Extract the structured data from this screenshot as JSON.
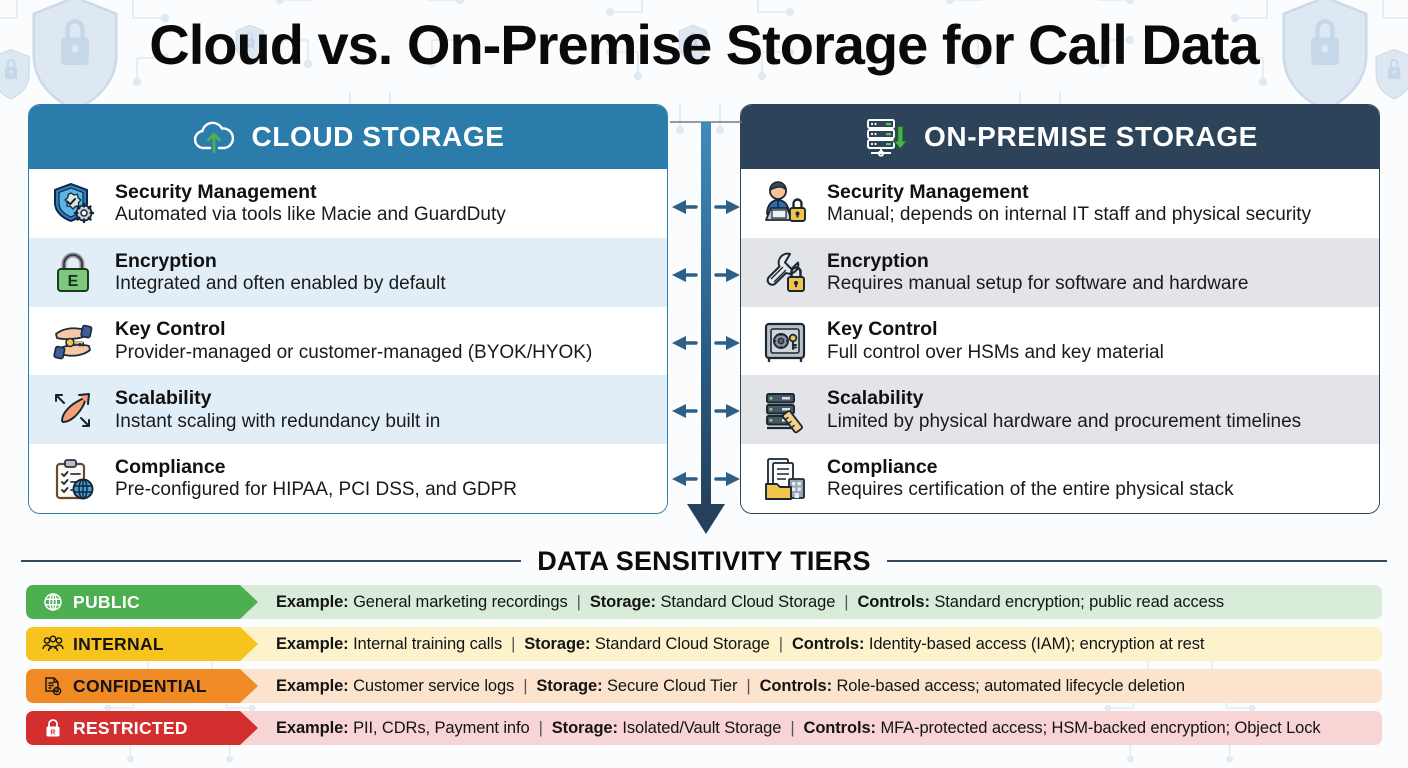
{
  "title": "Cloud vs. On-Premise Storage for Call Data",
  "colors": {
    "cloud_header_bg": "#2c7cab",
    "onprem_header_bg": "#2c4359",
    "cloud_row_alt_bg": "#e2eef7",
    "onprem_row_alt_bg": "#e2e4e7",
    "connector_arrow": "#2e5f86",
    "tier_public": "#4caf50",
    "tier_internal": "#f6c41c",
    "tier_confidential": "#f08a24",
    "tier_restricted": "#d32f2f"
  },
  "panels": [
    {
      "id": "cloud",
      "header": "CLOUD STORAGE",
      "header_icon": "cloud-upload-icon",
      "rows": [
        {
          "icon": "shield-gear-icon",
          "title": "Security Management",
          "desc": "Automated via tools like Macie and GuardDuty"
        },
        {
          "icon": "green-padlock-e-icon",
          "title": "Encryption",
          "desc": "Integrated and often enabled by default"
        },
        {
          "icon": "hands-key-icon",
          "title": "Key Control",
          "desc": "Provider-managed or customer-managed (BYOK/HYOK)"
        },
        {
          "icon": "expand-arrow-icon",
          "title": "Scalability",
          "desc": "Instant scaling with redundancy built in"
        },
        {
          "icon": "clipboard-globe-icon",
          "title": "Compliance",
          "desc": "Pre-configured for HIPAA, PCI DSS, and GDPR"
        }
      ]
    },
    {
      "id": "onprem",
      "header": "ON-PREMISE STORAGE",
      "header_icon": "server-download-icon",
      "rows": [
        {
          "icon": "it-staff-laptop-lock-icon",
          "title": "Security Management",
          "desc": "Manual; depends on internal IT staff and physical security"
        },
        {
          "icon": "wrench-padlock-icon",
          "title": "Encryption",
          "desc": "Requires manual setup for software and hardware"
        },
        {
          "icon": "safe-vault-key-icon",
          "title": "Key Control",
          "desc": "Full control over HSMs and key material"
        },
        {
          "icon": "server-rack-ruler-icon",
          "title": "Scalability",
          "desc": "Limited by physical hardware and procurement timelines"
        },
        {
          "icon": "documents-building-icon",
          "title": "Compliance",
          "desc": "Requires certification of the entire physical stack"
        }
      ]
    }
  ],
  "connector": {
    "name": "bidirectional-comparison-arrows",
    "arrow_count": 5
  },
  "tiers_section": {
    "heading": "DATA SENSITIVITY TIERS",
    "labels": {
      "example": "Example:",
      "storage": "Storage:",
      "controls": "Controls:"
    },
    "tiers": [
      {
        "name": "PUBLIC",
        "icon": "globe-icon",
        "label_bg": "#4caf50",
        "label_color": "#ffffff",
        "body_bg": "#d8ecd9",
        "example": "General marketing recordings",
        "storage": "Standard Cloud Storage",
        "controls": "Standard encryption; public read access"
      },
      {
        "name": "INTERNAL",
        "icon": "people-group-icon",
        "label_bg": "#f6c41c",
        "label_color": "#141414",
        "body_bg": "#fcf2cc",
        "example": "Internal training calls",
        "storage": "Standard Cloud Storage",
        "controls": "Identity-based access (IAM); encryption at rest"
      },
      {
        "name": "CONFIDENTIAL",
        "icon": "document-copyright-icon",
        "label_bg": "#f08a24",
        "label_color": "#141414",
        "body_bg": "#fce3cd",
        "example": "Customer service logs",
        "storage": "Secure Cloud Tier",
        "controls": "Role-based access; automated lifecycle deletion"
      },
      {
        "name": "RESTRICTED",
        "icon": "padlock-r-icon",
        "label_bg": "#d32f2f",
        "label_color": "#ffffff",
        "body_bg": "#f8d4d4",
        "example": "PII, CDRs, Payment info",
        "storage": "Isolated/Vault Storage",
        "controls": "MFA-protected access; HSM-backed encryption; Object Lock"
      }
    ]
  }
}
